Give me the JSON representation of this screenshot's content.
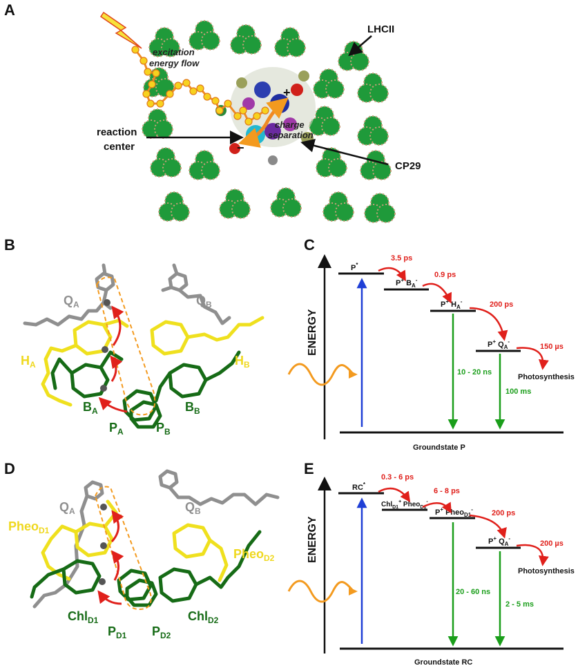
{
  "panels": {
    "A": {
      "letter": "A",
      "labels": {
        "lhcii": "LHCII",
        "excitation_1": "excitation",
        "excitation_2": "energy flow",
        "reaction_1": "reaction",
        "reaction_2": "center",
        "charge_1": "charge",
        "charge_2": "separation",
        "cp29": "CP29",
        "plus": "+",
        "minus": "−"
      }
    },
    "B": {
      "letter": "B",
      "labels": {
        "qa": "Q",
        "qa_sub": "A",
        "qb": "Q",
        "qb_sub": "B",
        "ha": "H",
        "ha_sub": "A",
        "hb": "H",
        "hb_sub": "B",
        "ba": "B",
        "ba_sub": "A",
        "bb": "B",
        "bb_sub": "B",
        "pa": "P",
        "pa_sub": "A",
        "pb": "P",
        "pb_sub": "B"
      }
    },
    "C": {
      "letter": "C",
      "y_label": "ENERGY",
      "ground_label": "Groundstate P",
      "states": [
        {
          "main": "P",
          "sup": "*"
        },
        {
          "main": "P",
          "sup": "+",
          "main2": " B",
          "sub2": "A",
          "sup2": "-"
        },
        {
          "main": "P",
          "sup": "+",
          "main2": " H",
          "sub2": "A",
          "sup2": "-"
        },
        {
          "main": "P",
          "sup": "+",
          "main2": " Q",
          "sub2": "A",
          "sup2": "-"
        }
      ],
      "forward_times": [
        "3.5 ps",
        "0.9 ps",
        "200 ps",
        "150 µs"
      ],
      "recombination_times": [
        "10 - 20 ns",
        "100 ms"
      ],
      "end_label": "Photosynthesis"
    },
    "D": {
      "letter": "D",
      "labels": {
        "qa": "Q",
        "qa_sub": "A",
        "qb": "Q",
        "qb_sub": "B",
        "pheo_d1": "Pheo",
        "pheo_d1_sub": "D1",
        "pheo_d2": "Pheo",
        "pheo_d2_sub": "D2",
        "chl_d1": "Chl",
        "chl_d1_sub": "D1",
        "chl_d2": "Chl",
        "chl_d2_sub": "D2",
        "p_d1": "P",
        "p_d1_sub": "D1",
        "p_d2": "P",
        "p_d2_sub": "D2"
      }
    },
    "E": {
      "letter": "E",
      "y_label": "ENERGY",
      "ground_label": "Groundstate RC",
      "states": [
        {
          "main": "RC",
          "sup": "*"
        },
        {
          "main": "Chl",
          "sub": "D1",
          "sup": "+",
          "main2": " Pheo",
          "sub2": "D1",
          "sup2": "-"
        },
        {
          "main": "P",
          "sup": "+",
          "main2": " Pheo",
          "sub2": "D1",
          "sup2": "-"
        },
        {
          "main": "P",
          "sup": "+",
          "main2": " Q",
          "sub2": "A",
          "sup2": "-"
        }
      ],
      "forward_times": [
        "0.3 - 6 ps",
        "6 - 8 ps",
        "200 ps",
        "200 µs"
      ],
      "recombination_times": [
        "20 - 60 ns",
        "2 - 5 ms"
      ],
      "end_label": "Photosynthesis"
    }
  },
  "colors": {
    "red": "#e0201b",
    "green": "#1a9e1a",
    "blue": "#1f3fd6",
    "orange": "#f39a1f",
    "yellow": "#f2e21a",
    "dark_green": "#166b16",
    "gray": "#8a8a8a",
    "lhc_green": "#1f9a3a"
  }
}
